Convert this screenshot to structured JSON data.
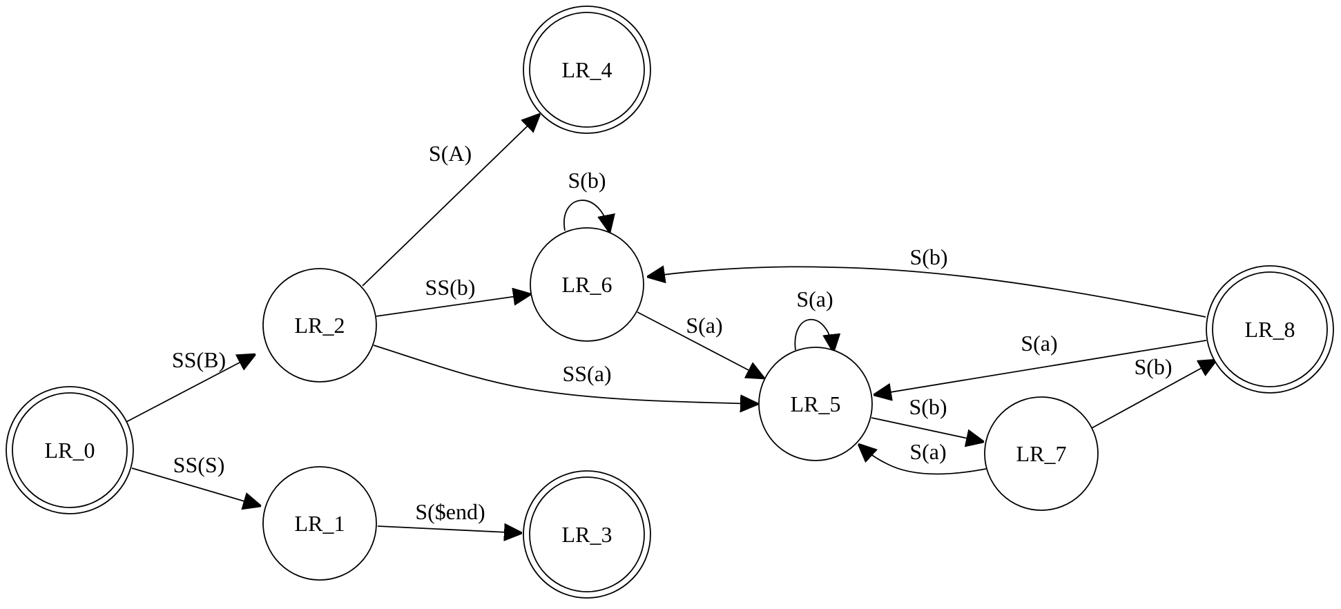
{
  "diagram": {
    "type": "state-machine",
    "nodes": [
      {
        "id": "LR_0",
        "label": "LR_0",
        "accepting": true
      },
      {
        "id": "LR_1",
        "label": "LR_1",
        "accepting": false
      },
      {
        "id": "LR_2",
        "label": "LR_2",
        "accepting": false
      },
      {
        "id": "LR_3",
        "label": "LR_3",
        "accepting": true
      },
      {
        "id": "LR_4",
        "label": "LR_4",
        "accepting": true
      },
      {
        "id": "LR_5",
        "label": "LR_5",
        "accepting": false
      },
      {
        "id": "LR_6",
        "label": "LR_6",
        "accepting": false
      },
      {
        "id": "LR_7",
        "label": "LR_7",
        "accepting": false
      },
      {
        "id": "LR_8",
        "label": "LR_8",
        "accepting": true
      }
    ],
    "edges": [
      {
        "from": "LR_0",
        "to": "LR_2",
        "label": "SS(B)"
      },
      {
        "from": "LR_0",
        "to": "LR_1",
        "label": "SS(S)"
      },
      {
        "from": "LR_1",
        "to": "LR_3",
        "label": "S($end)"
      },
      {
        "from": "LR_2",
        "to": "LR_4",
        "label": "S(A)"
      },
      {
        "from": "LR_2",
        "to": "LR_6",
        "label": "SS(b)"
      },
      {
        "from": "LR_2",
        "to": "LR_5",
        "label": "SS(a)"
      },
      {
        "from": "LR_6",
        "to": "LR_6",
        "label": "S(b)"
      },
      {
        "from": "LR_6",
        "to": "LR_5",
        "label": "S(a)"
      },
      {
        "from": "LR_5",
        "to": "LR_5",
        "label": "S(a)"
      },
      {
        "from": "LR_5",
        "to": "LR_7",
        "label": "S(b)"
      },
      {
        "from": "LR_7",
        "to": "LR_5",
        "label": "S(a)"
      },
      {
        "from": "LR_7",
        "to": "LR_8",
        "label": "S(b)"
      },
      {
        "from": "LR_8",
        "to": "LR_5",
        "label": "S(a)"
      },
      {
        "from": "LR_8",
        "to": "LR_6",
        "label": "S(b)"
      }
    ]
  }
}
